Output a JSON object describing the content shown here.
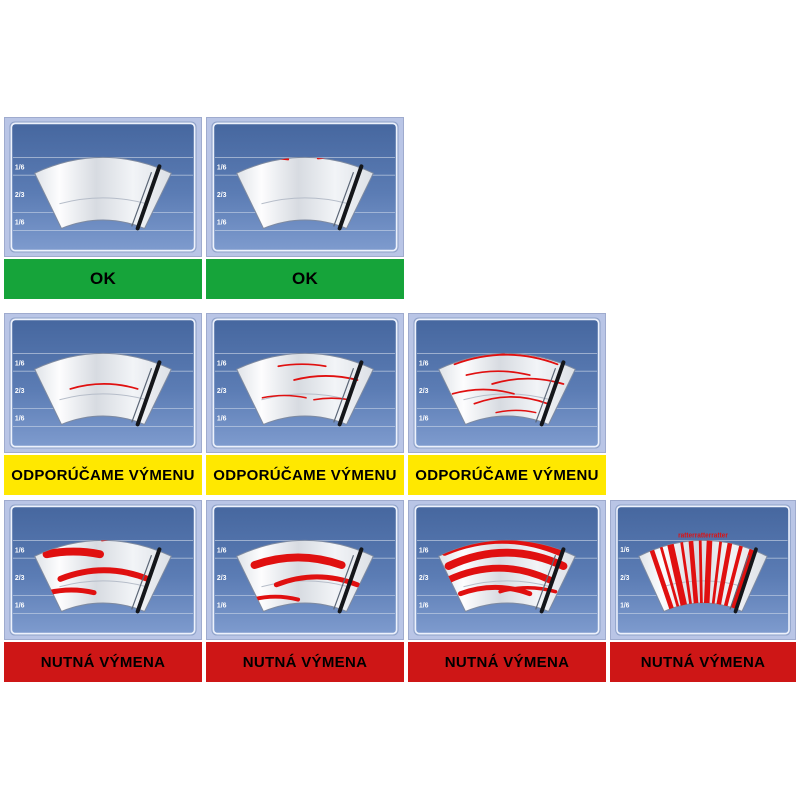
{
  "chart": {
    "scale_labels": [
      "1/6",
      "2/3",
      "1/6"
    ],
    "statuses": {
      "ok": {
        "label": "OK",
        "color": "#16a43a",
        "text_color": "#000000"
      },
      "recommend": {
        "label": "ODPORÚČAME VÝMENU",
        "color": "#ffe800",
        "text_color": "#000000"
      },
      "required": {
        "label": "NUTNÁ VÝMENA",
        "color": "#ce1616",
        "text_color": "#000000"
      }
    },
    "streak_color": "#e01010",
    "rows": [
      {
        "status": "ok",
        "cells": [
          {
            "condition": "clean",
            "arcs": []
          },
          {
            "condition": "light-marks-top",
            "arcs": [
              [
                44,
                82,
                42,
                2
              ],
              [
                112,
                152,
                41,
                2
              ],
              [
                86,
                103,
                38,
                1.6
              ]
            ]
          }
        ]
      },
      {
        "status": "recommend",
        "cells": [
          {
            "condition": "single-streak",
            "arcs": [
              [
                66,
                134,
                76,
                1.8
              ]
            ]
          },
          {
            "condition": "few-streaks",
            "arcs": [
              [
                58,
                144,
                37,
                2
              ],
              [
                72,
                120,
                53,
                1.7
              ],
              [
                88,
                152,
                67,
                1.8
              ],
              [
                56,
                100,
                85,
                1.6
              ],
              [
                108,
                144,
                87,
                1.6
              ]
            ]
          },
          {
            "condition": "many-streaks",
            "arcs": [
              [
                38,
                96,
                40,
                1.8
              ],
              [
                102,
                158,
                37,
                1.8
              ],
              [
                46,
                150,
                51,
                1.8
              ],
              [
                58,
                122,
                62,
                1.7
              ],
              [
                84,
                156,
                71,
                1.8
              ],
              [
                44,
                106,
                81,
                1.7
              ],
              [
                66,
                140,
                91,
                1.7
              ],
              [
                88,
                128,
                100,
                1.5
              ]
            ]
          }
        ]
      },
      {
        "status": "required",
        "cells": [
          {
            "condition": "thick-smears",
            "arcs": [
              [
                98,
                148,
                40,
                2
              ],
              [
                42,
                96,
                54,
                8
              ],
              [
                56,
                144,
                79,
                6
              ],
              [
                44,
                90,
                93,
                5
              ]
            ]
          },
          {
            "condition": "heavy-streaks",
            "arcs": [
              [
                38,
                152,
                45,
                6
              ],
              [
                48,
                136,
                65,
                8
              ],
              [
                70,
                152,
                85,
                5
              ],
              [
                46,
                92,
                100,
                4
              ]
            ]
          },
          {
            "condition": "very-heavy-streaks",
            "arcs": [
              [
                40,
                158,
                38,
                5
              ],
              [
                36,
                152,
                52,
                7
              ],
              [
                40,
                156,
                66,
                8
              ],
              [
                40,
                142,
                80,
                7
              ],
              [
                52,
                122,
                94,
                5
              ],
              [
                92,
                148,
                92,
                3.5
              ]
            ]
          },
          {
            "condition": "chatter-smear",
            "note": "ratterratterratter",
            "arcs": [],
            "rays": [
              [
                44,
                5
              ],
              [
                54,
                3
              ],
              [
                64,
                7
              ],
              [
                76,
                3
              ],
              [
                86,
                5
              ],
              [
                96,
                3
              ],
              [
                106,
                6
              ],
              [
                118,
                3
              ],
              [
                128,
                5
              ],
              [
                140,
                4
              ],
              [
                152,
                6
              ]
            ]
          }
        ]
      }
    ]
  }
}
